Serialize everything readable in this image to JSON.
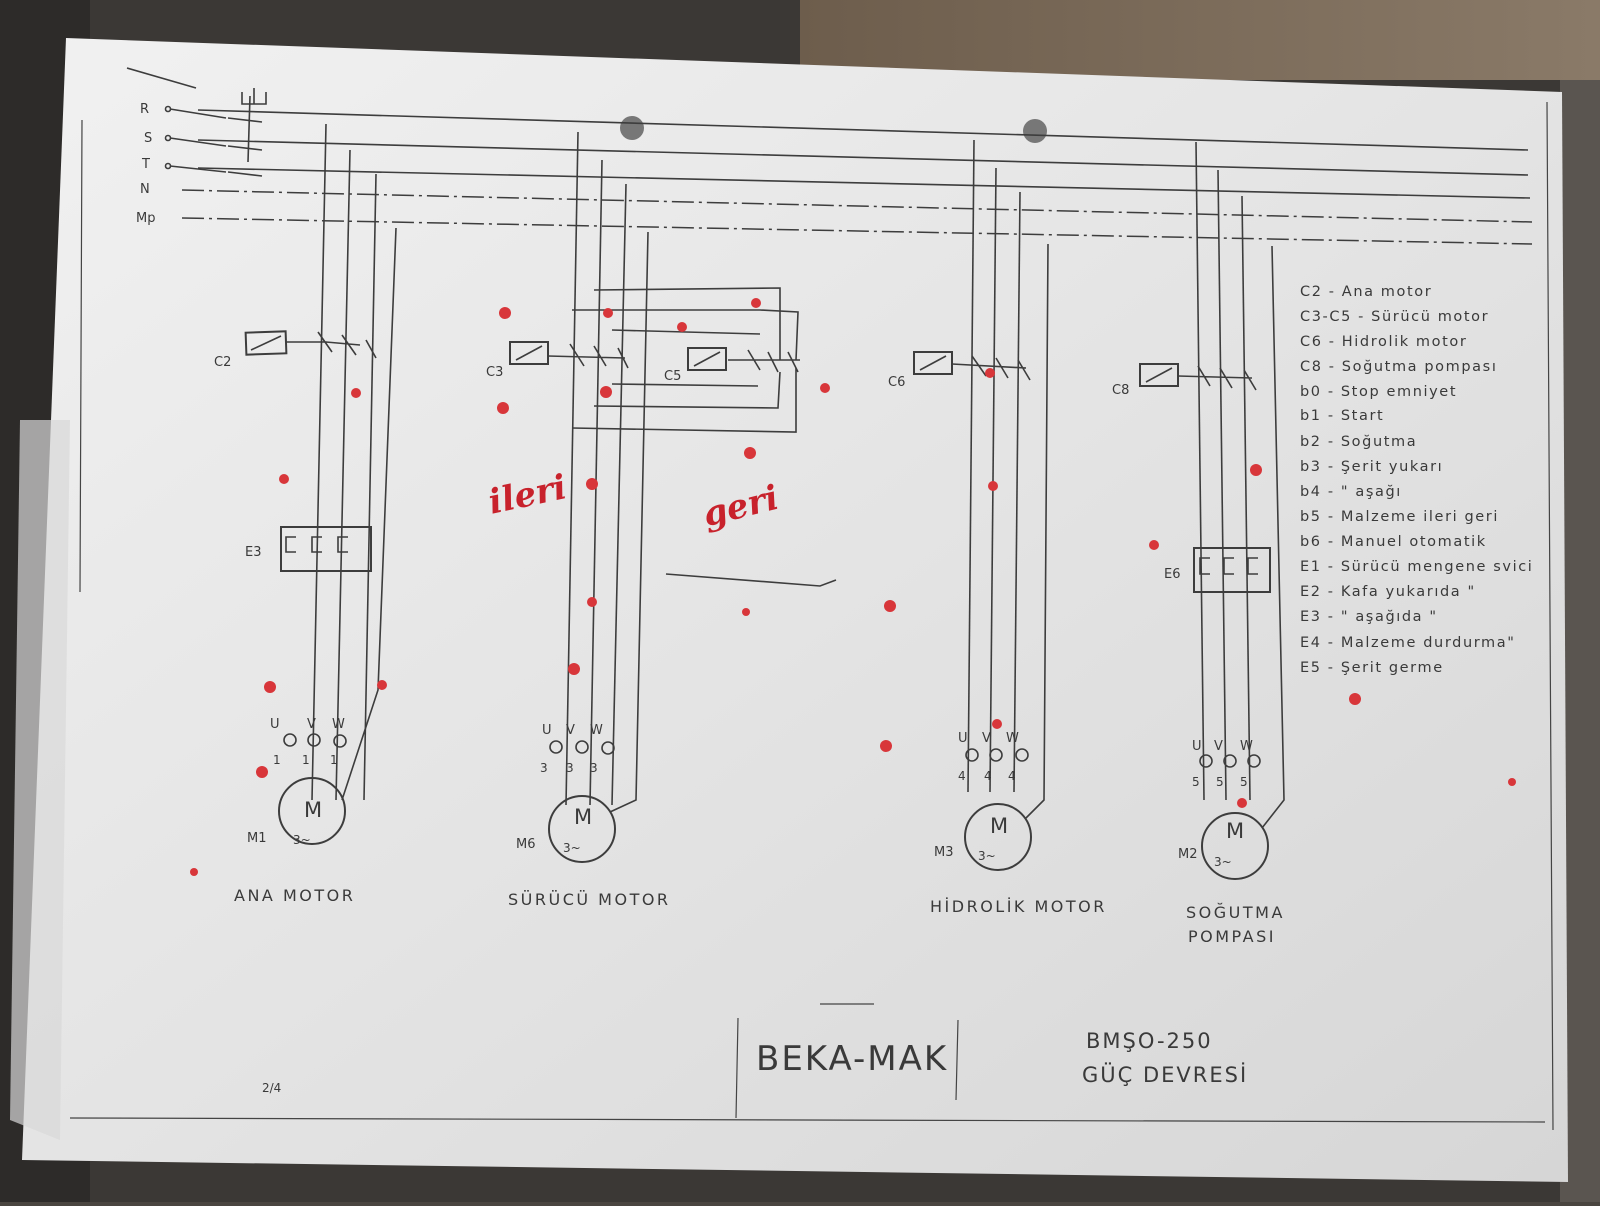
{
  "supply": {
    "lines": [
      "R",
      "S",
      "T",
      "N",
      "Mp"
    ]
  },
  "motors": [
    {
      "id": "M1",
      "contactor": "C2",
      "thermal": "E3",
      "terminal_num": "1",
      "name_lines": [
        "ANA MOTOR"
      ]
    },
    {
      "id": "M6",
      "contactor": "C3",
      "contactor2": "C5",
      "terminal_num": "3",
      "name_lines": [
        "SÜRÜCÜ MOTOR"
      ]
    },
    {
      "id": "M3",
      "contactor": "C6",
      "terminal_num": "4",
      "name_lines": [
        "HİDROLİK MOTOR"
      ]
    },
    {
      "id": "M2",
      "contactor": "C8",
      "thermal": "E6",
      "terminal_num": "5",
      "name_lines": [
        "SOĞUTMA",
        "POMPASI"
      ]
    }
  ],
  "terminals": [
    "U",
    "V",
    "W"
  ],
  "motor_symbol": {
    "letter": "M",
    "phase": "3~"
  },
  "handwritten": {
    "forward": "ileri",
    "back": "geri"
  },
  "legend": [
    "C2 - Ana motor",
    "C3-C5 - Sürücü motor",
    "C6 - Hidrolik motor",
    "C8 - Soğutma pompası",
    "b0 - Stop emniyet",
    "b1 - Start",
    "b2 - Soğutma",
    "b3 - Şerit yukarı",
    "b4 - \" aşağı",
    "b5 - Malzeme ileri geri",
    "b6 - Manuel otomatik",
    "E1 - Sürücü mengene svici",
    "E2 - Kafa yukarıda \"",
    "E3 - \" aşağıda \"",
    "E4 - Malzeme durdurma\"",
    "E5 - Şerit germe"
  ],
  "title_block": {
    "company": "BEKA-MAK",
    "model": "BMŞO-250",
    "drawing": "GÜÇ DEVRESİ",
    "sheet": "2/4"
  }
}
